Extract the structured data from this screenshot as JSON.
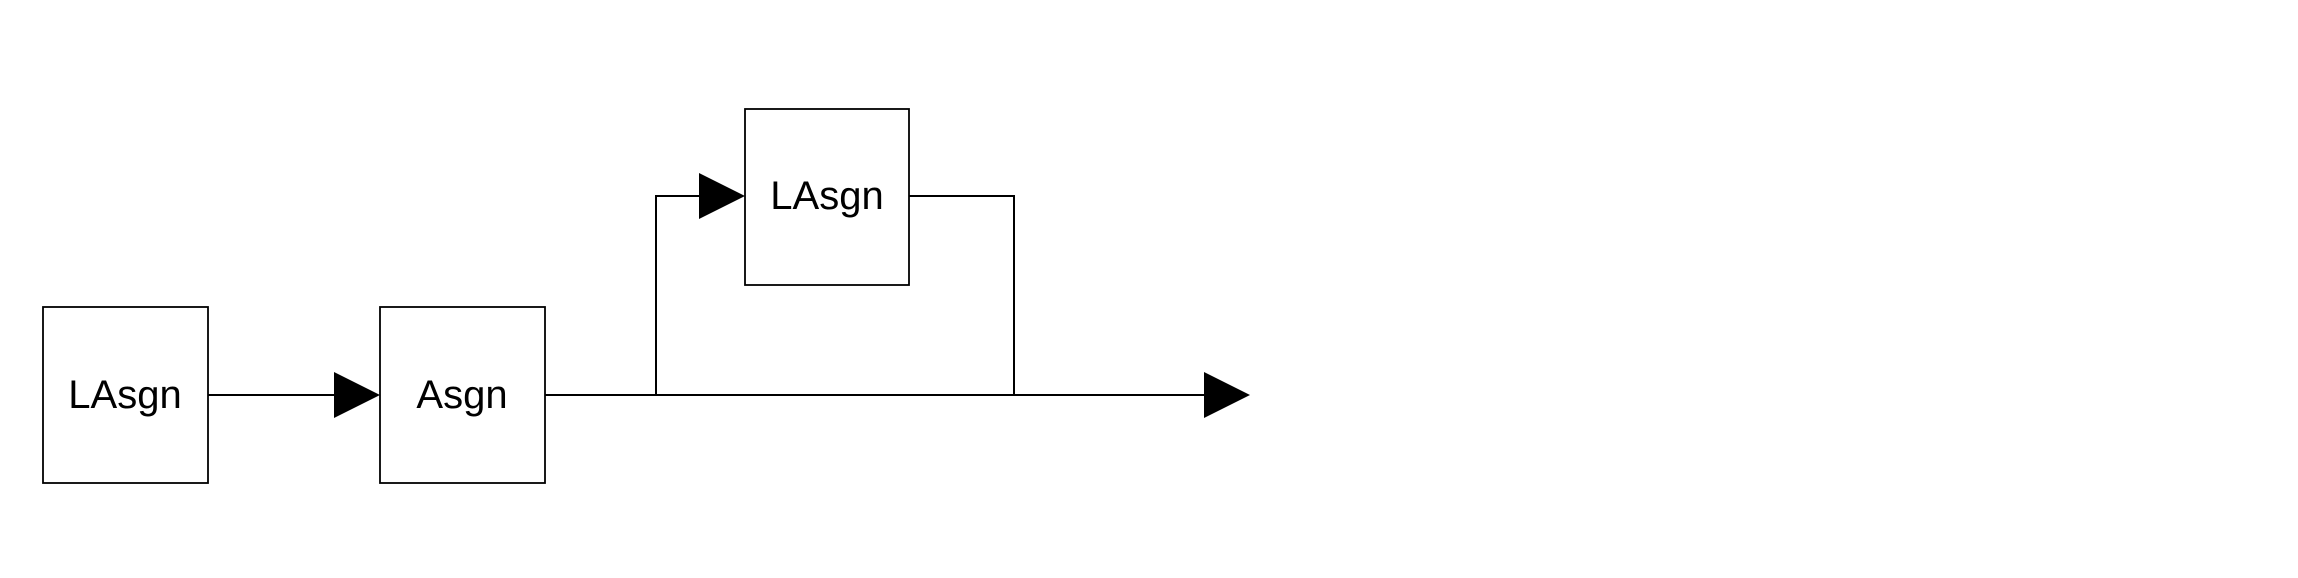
{
  "diagram": {
    "blocks": [
      {
        "id": "lasgn-source",
        "label": "LAsgn"
      },
      {
        "id": "asgn",
        "label": "Asgn"
      },
      {
        "id": "lasgn-branch",
        "label": "LAsgn"
      }
    ],
    "connections": [
      {
        "from": "lasgn-source",
        "to": "asgn"
      },
      {
        "from": "asgn",
        "to": "lasgn-branch"
      },
      {
        "from": "asgn",
        "to": "output"
      },
      {
        "from": "lasgn-branch",
        "to": "output"
      }
    ]
  }
}
